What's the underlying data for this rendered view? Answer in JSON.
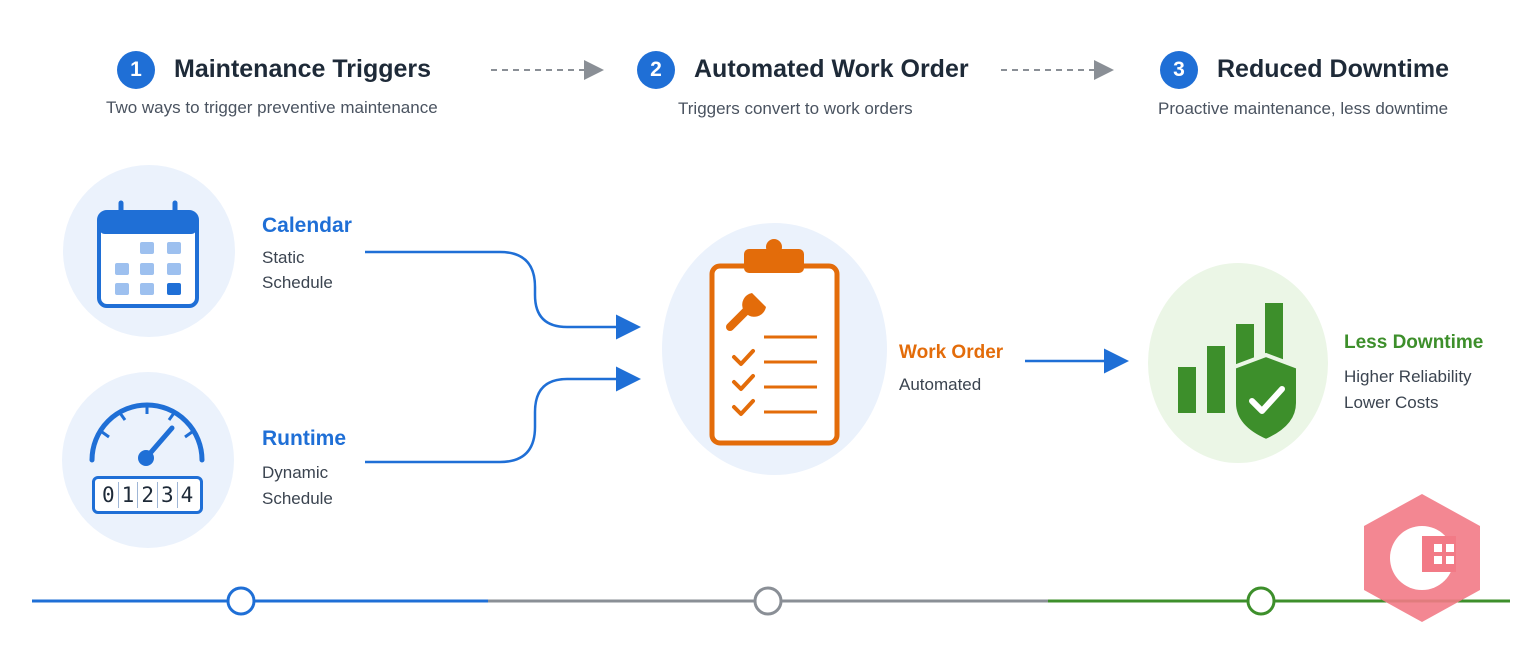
{
  "steps": [
    {
      "number": "1",
      "title": "Maintenance Triggers",
      "subtitle": "Two ways to trigger preventive maintenance"
    },
    {
      "number": "2",
      "title": "Automated Work Order",
      "subtitle": "Triggers convert to work orders"
    },
    {
      "number": "3",
      "title": "Reduced Downtime",
      "subtitle": "Proactive maintenance, less downtime"
    }
  ],
  "triggers": {
    "calendar": {
      "title": "Calendar",
      "line1": "Static",
      "line2": "Schedule",
      "icon": "calendar-icon"
    },
    "runtime": {
      "title": "Runtime",
      "line1": "Dynamic",
      "line2": "Schedule",
      "icon": "gauge-icon",
      "counter_digits": [
        "0",
        "1",
        "2",
        "3",
        "4"
      ]
    }
  },
  "work_order": {
    "title": "Work Order",
    "subtitle": "Automated",
    "icon": "clipboard-wrench-icon"
  },
  "outcome": {
    "title": "Less Downtime",
    "line1": "Higher Reliability",
    "line2": "Lower Costs",
    "icon": "chart-shield-icon"
  },
  "colors": {
    "blue": "#1f6fd6",
    "orange": "#e36c0a",
    "green": "#3d8f2b",
    "gray": "#8a8f96"
  }
}
